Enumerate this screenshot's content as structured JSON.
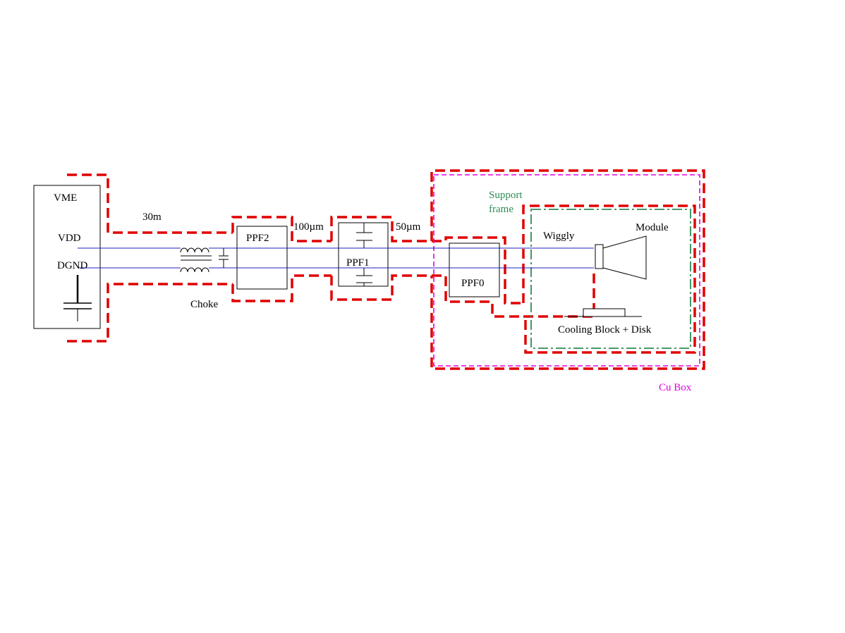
{
  "labels": {
    "vme": "VME",
    "vdd": "VDD",
    "dgnd": "DGND",
    "cable_length": "30m",
    "choke": "Choke",
    "ppf2": "PPF2",
    "ppf1": "PPF1",
    "ppf0": "PPF0",
    "gap_ppf2_ppf1": "100µm",
    "gap_ppf1_ppf0": "50µm",
    "support_frame_line1": "Support",
    "support_frame_line2": "frame",
    "wiggly": "Wiggly",
    "module": "Module",
    "cooling": "Cooling Block + Disk",
    "cu_box": "Cu Box"
  },
  "colors": {
    "shield": "#e00000",
    "cu_box": "#e000e0",
    "support_frame": "#2e8b57",
    "wire": "#2020c0"
  }
}
